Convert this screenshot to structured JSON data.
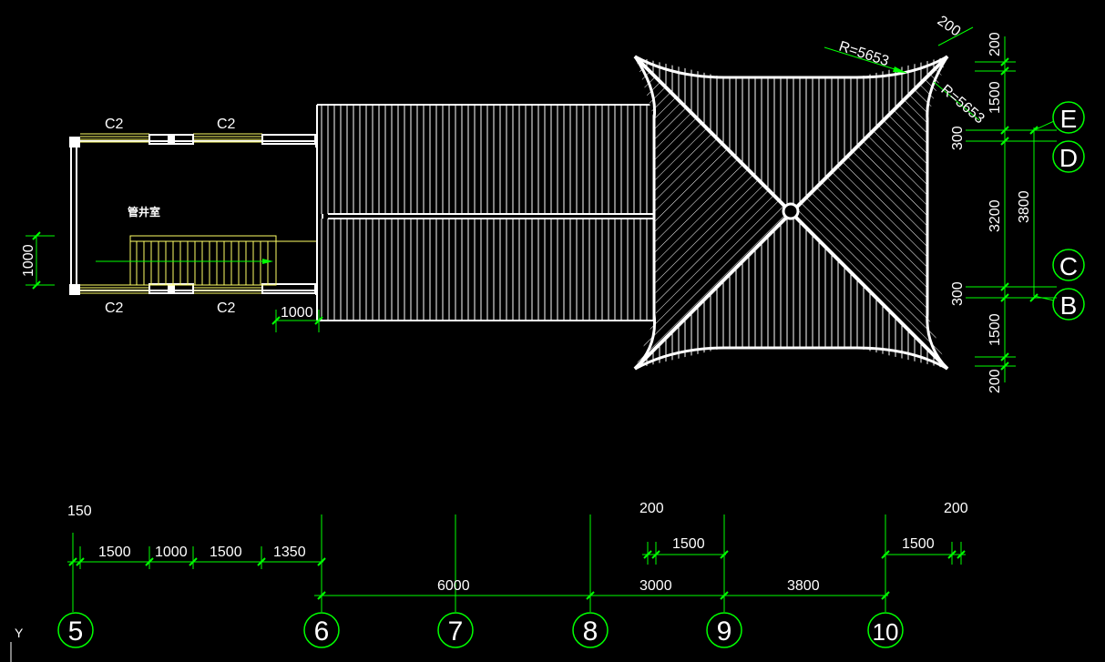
{
  "drawing": {
    "room_label": "管井室",
    "window_labels": [
      "C2",
      "C2",
      "C2",
      "C2"
    ],
    "radius_labels": [
      "R=5653",
      "R=5653"
    ],
    "stair_dim": "1000",
    "porch_dim": "1000",
    "top_dim": "200",
    "ucs_axis": "Y"
  },
  "grid_axes": {
    "horizontal": [
      "5",
      "6",
      "7",
      "8",
      "9",
      "10"
    ],
    "vertical": [
      "E",
      "D",
      "C",
      "B"
    ]
  },
  "dimensions": {
    "bottom_upper": [
      "150",
      "1500",
      "1000",
      "1500",
      "1350",
      "200",
      "1500",
      "1500",
      "200"
    ],
    "bottom_lower": [
      "6000",
      "3000",
      "3800"
    ],
    "right_outer": [
      "200",
      "1500",
      "300",
      "3200",
      "300",
      "1500",
      "200"
    ],
    "right_total": "3800"
  },
  "colors": {
    "background": "#000000",
    "dimension": "#00ff00",
    "outline": "#ffffff",
    "window": "#ffff66"
  }
}
